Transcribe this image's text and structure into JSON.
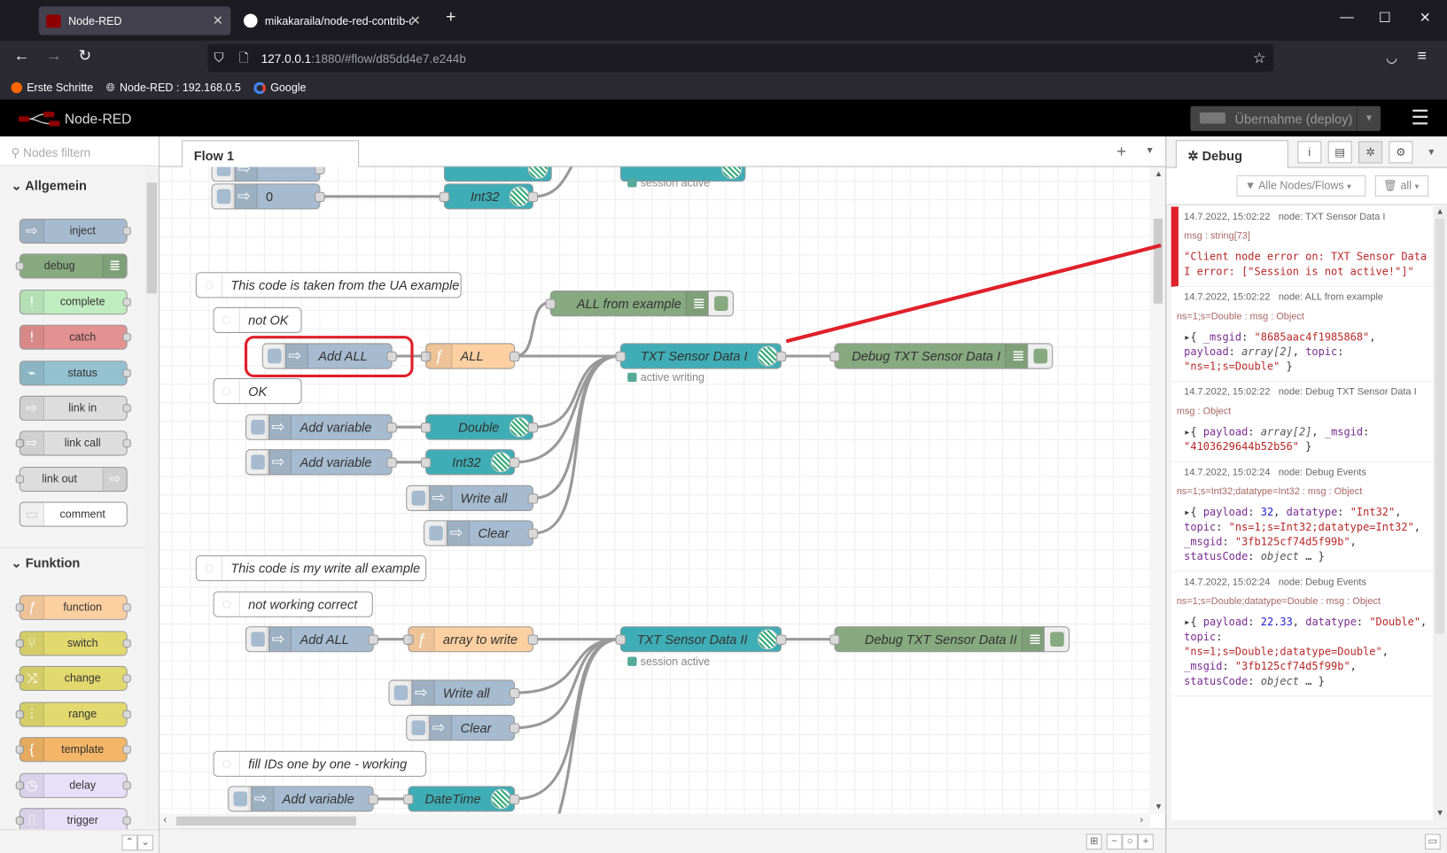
{
  "browser": {
    "tabs": [
      {
        "title": "Node-RED",
        "active": true
      },
      {
        "title": "mikakaraila/node-red-contrib-o"
      }
    ],
    "url_host": "127.0.0.1",
    "url_rest": ":1880/#flow/d85dd4e7.e244b",
    "bookmarks": [
      "Erste Schritte",
      "Node-RED : 192.168.0.5",
      "Google"
    ]
  },
  "app": {
    "title": "Node-RED",
    "deploy_label": "Übernahme (deploy)"
  },
  "palette": {
    "filter_placeholder": "Nodes filtern",
    "categories": [
      {
        "name": "Allgemein",
        "nodes": [
          "inject",
          "debug",
          "complete",
          "catch",
          "status",
          "link in",
          "link call",
          "link out",
          "comment"
        ]
      },
      {
        "name": "Funktion",
        "nodes": [
          "function",
          "switch",
          "change",
          "range",
          "template",
          "delay",
          "trigger"
        ]
      }
    ]
  },
  "workspace": {
    "tab": "Flow 1"
  },
  "flow": {
    "inject_0": "0",
    "int32_top": "Int32",
    "status_session_top": "session active",
    "comment_ua": "This code is taken from the UA example",
    "comment_not_ok": "not OK",
    "add_all_1": "Add ALL",
    "fn_all": "ALL",
    "debug_all_example": "ALL from example",
    "txt1": "TXT Sensor Data I",
    "status_txt1": "active writing",
    "debug_txt1": "Debug TXT Sensor Data I",
    "comment_ok": "OK",
    "add_var_1": "Add variable",
    "double": "Double",
    "add_var_2": "Add variable",
    "int32": "Int32",
    "write_all_1": "Write all",
    "clear_1": "Clear",
    "comment_write_all": "This code is my write all example",
    "comment_not_working": "not working correct",
    "add_all_2": "Add ALL",
    "fn_array": "array to write",
    "txt2": "TXT Sensor Data II",
    "status_txt2": "session active",
    "debug_txt2": "Debug TXT Sensor Data II",
    "write_all_2": "Write all",
    "clear_2": "Clear",
    "comment_fill": "fill IDs one by one - working",
    "add_var_3": "Add variable",
    "datetime": "DateTime"
  },
  "annotation_color": "#e0202a",
  "sidebar": {
    "title": "Debug",
    "filter_label": "Alle Nodes/Flows",
    "clear_label": "all",
    "messages": [
      {
        "time": "14.7.2022, 15:02:22",
        "node": "node: TXT Sensor Data I",
        "topic": "msg : string[73]",
        "error": true,
        "body": [
          [
            "s",
            "\"Client node error on: TXT Sensor Data I error: [\"Session is not active!\"]\""
          ]
        ]
      },
      {
        "time": "14.7.2022, 15:02:22",
        "node": "node: ALL from example",
        "topic": "ns=1;s=Double : msg : Object",
        "body": [
          [
            "p",
            "▸{ "
          ],
          [
            "k",
            "_msgid"
          ],
          [
            "p",
            ": "
          ],
          [
            "s",
            "\"8685aac4f1985868\""
          ],
          [
            "p",
            ", "
          ],
          [
            "k",
            "payload"
          ],
          [
            "p",
            ": "
          ],
          [
            "t",
            "array[2]"
          ],
          [
            "p",
            ", "
          ],
          [
            "k",
            "topic"
          ],
          [
            "p",
            ": "
          ],
          [
            "s",
            "\"ns=1;s=Double\""
          ],
          [
            "p",
            " }"
          ]
        ]
      },
      {
        "time": "14.7.2022, 15:02:22",
        "node": "node: Debug TXT Sensor Data I",
        "topic": "msg : Object",
        "body": [
          [
            "p",
            "▸{ "
          ],
          [
            "k",
            "payload"
          ],
          [
            "p",
            ": "
          ],
          [
            "t",
            "array[2]"
          ],
          [
            "p",
            ", "
          ],
          [
            "k",
            "_msgid"
          ],
          [
            "p",
            ": "
          ],
          [
            "s",
            "\"4103629644b52b56\""
          ],
          [
            "p",
            " }"
          ]
        ]
      },
      {
        "time": "14.7.2022, 15:02:24",
        "node": "node: Debug Events",
        "topic": "ns=1;s=Int32;datatype=Int32 : msg : Object",
        "body": [
          [
            "p",
            "▸{ "
          ],
          [
            "k",
            "payload"
          ],
          [
            "p",
            ": "
          ],
          [
            "n",
            "32"
          ],
          [
            "p",
            ", "
          ],
          [
            "k",
            "datatype"
          ],
          [
            "p",
            ": "
          ],
          [
            "s",
            "\"Int32\""
          ],
          [
            "p",
            ", "
          ],
          [
            "k",
            "topic"
          ],
          [
            "p",
            ": "
          ],
          [
            "s",
            "\"ns=1;s=Int32;datatype=Int32\""
          ],
          [
            "p",
            ", "
          ],
          [
            "k",
            "_msgid"
          ],
          [
            "p",
            ": "
          ],
          [
            "s",
            "\"3fb125cf74d5f99b\""
          ],
          [
            "p",
            ", "
          ],
          [
            "k",
            "statusCode"
          ],
          [
            "p",
            ": "
          ],
          [
            "t",
            "object"
          ],
          [
            "p",
            " … }"
          ]
        ]
      },
      {
        "time": "14.7.2022, 15:02:24",
        "node": "node: Debug Events",
        "topic": "ns=1;s=Double;datatype=Double : msg : Object",
        "body": [
          [
            "p",
            "▸{ "
          ],
          [
            "k",
            "payload"
          ],
          [
            "p",
            ": "
          ],
          [
            "n",
            "22.33"
          ],
          [
            "p",
            ", "
          ],
          [
            "k",
            "datatype"
          ],
          [
            "p",
            ": "
          ],
          [
            "s",
            "\"Double\""
          ],
          [
            "p",
            ", "
          ],
          [
            "k",
            "topic"
          ],
          [
            "p",
            ": "
          ],
          [
            "s",
            "\"ns=1;s=Double;datatype=Double\""
          ],
          [
            "p",
            ", "
          ],
          [
            "k",
            "_msgid"
          ],
          [
            "p",
            ": "
          ],
          [
            "s",
            "\"3fb125cf74d5f99b\""
          ],
          [
            "p",
            ", "
          ],
          [
            "k",
            "statusCode"
          ],
          [
            "p",
            ": "
          ],
          [
            "t",
            "object"
          ],
          [
            "p",
            " … }"
          ]
        ]
      }
    ]
  }
}
